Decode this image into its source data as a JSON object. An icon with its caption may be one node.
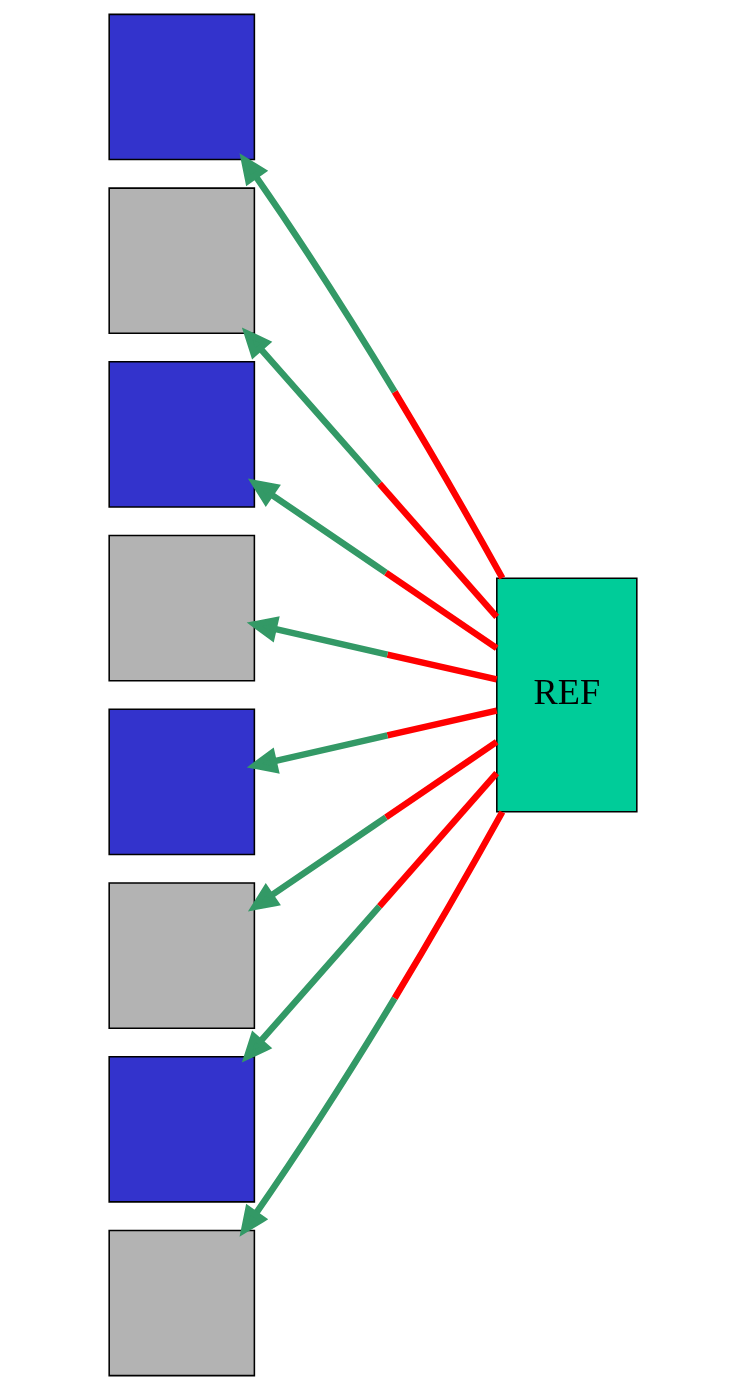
{
  "diagram": {
    "nodes": [
      {
        "text": [],
        "shape": "box"
      },
      {
        "text": [],
        "shape": "box"
      },
      {
        "text": [],
        "shape": "box"
      },
      {
        "text": [],
        "shape": "box"
      },
      {
        "text": [
          "REF"
        ]
      },
      {
        "text": [],
        "shape": "box"
      },
      {
        "text": [],
        "shape": "box"
      },
      {
        "text": [],
        "shape": "box"
      },
      {
        "text": [],
        "shape": "box"
      }
    ],
    "edges": [
      {
        "from": 4,
        "to": 0,
        "arrow": "to"
      },
      {
        "from": 4,
        "to": 1,
        "arrow": "to"
      },
      {
        "from": 4,
        "to": 2,
        "arrow": "to"
      },
      {
        "from": 4,
        "to": 3,
        "arrow": "to"
      },
      {
        "from": 4,
        "to": 5,
        "arrow": "to"
      },
      {
        "from": 4,
        "to": 6,
        "arrow": "to"
      },
      {
        "from": 4,
        "to": 7,
        "arrow": "to"
      },
      {
        "from": 4,
        "to": 8,
        "arrow": "to"
      }
    ]
  }
}
